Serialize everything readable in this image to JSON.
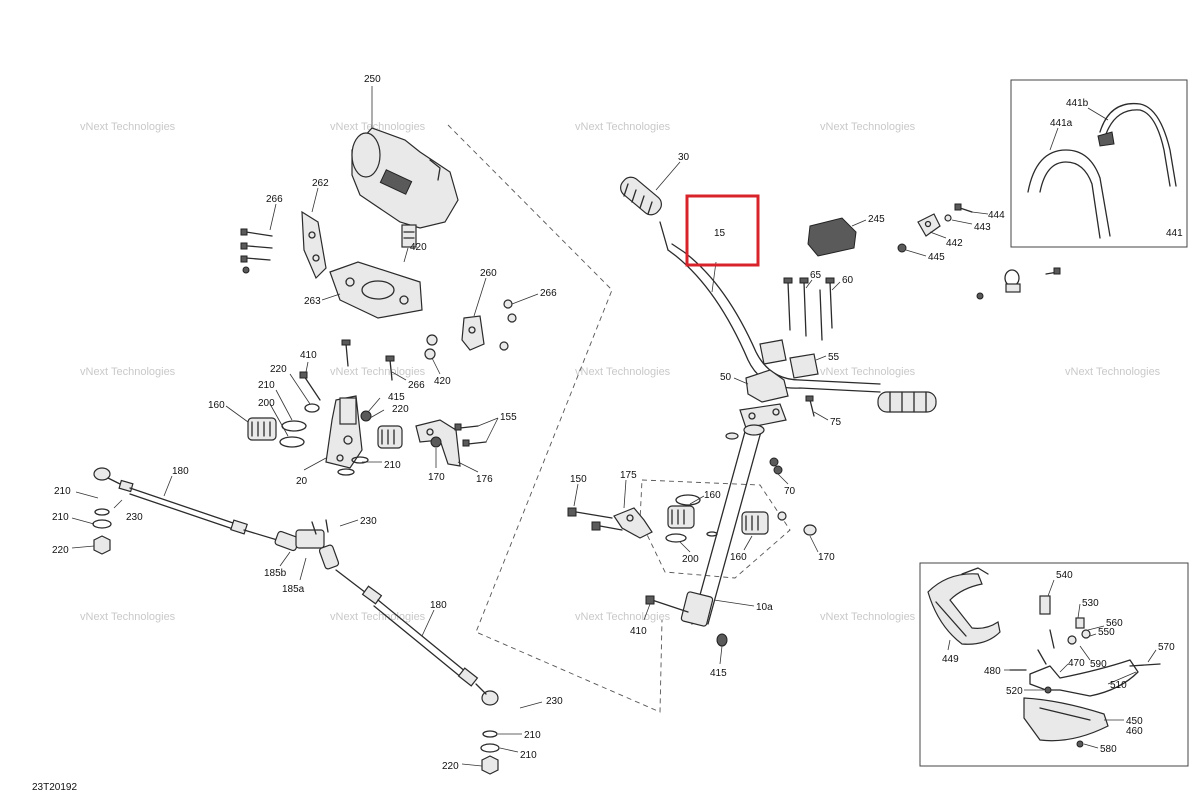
{
  "diagram_ref": "23T20192",
  "highlight": {
    "callout": "15",
    "color": "#d9232a"
  },
  "watermark": "vNext Technologies",
  "callouts": {
    "c250": "250",
    "c266a": "266",
    "c262": "262",
    "c420a": "420",
    "c263": "263",
    "c260": "260",
    "c266b": "266",
    "c266c": "266",
    "c420b": "420",
    "c410a": "410",
    "c220a": "220",
    "c210a": "210",
    "c200a": "200",
    "c160a": "160",
    "c415a": "415",
    "c220b": "220",
    "c155": "155",
    "c210b": "210",
    "c20": "20",
    "c170a": "170",
    "c176": "176",
    "c180a": "180",
    "c210c": "210",
    "c230a": "230",
    "c210d": "210",
    "c220c": "220",
    "c230b": "230",
    "c185b": "185b",
    "c185a": "185a",
    "c180b": "180",
    "c230c": "230",
    "c210e": "210",
    "c210f": "210",
    "c220d": "220",
    "c30": "30",
    "c15": "15",
    "c245": "245",
    "c65": "65",
    "c60": "60",
    "c55": "55",
    "c50": "50",
    "c75": "75",
    "c70": "70",
    "c150": "150",
    "c175": "175",
    "c160b": "160",
    "c200b": "200",
    "c160c": "160",
    "c170b": "170",
    "c410b": "410",
    "c10a": "10a",
    "c415b": "415",
    "c444": "444",
    "c443": "443",
    "c442": "442",
    "c445": "445",
    "c441": "441",
    "c441a": "441a",
    "c441b": "441b",
    "c540": "540",
    "c530": "530",
    "c560": "560",
    "c550": "550",
    "c570": "570",
    "c449": "449",
    "c480": "480",
    "c470": "470",
    "c590": "590",
    "c510": "510",
    "c520": "520",
    "c450": "450",
    "c460": "460",
    "c580": "580"
  }
}
